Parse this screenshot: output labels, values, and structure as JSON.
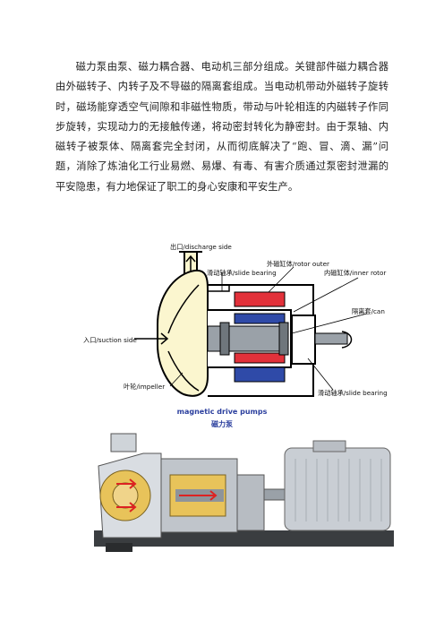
{
  "paragraph": "磁力泵由泵、磁力耦合器、电动机三部分组成。关键部件磁力耦合器由外磁转子、内转子及不导磁的隔离套组成。当电动机带动外磁转子旋转时，磁场能穿透空气间隙和非磁性物质，带动与叶轮相连的内磁转子作同步旋转，实现动力的无接触传递，将动密封转化为静密封。由于泵轴、内磁转子被泵体、隔离套完全封闭，从而彻底解决了“跑、冒、滴、漏”问题，消除了炼油化工行业易燃、易爆、有毒、有害介质通过泵密封泄漏的平安隐患，有力地保证了职工的身心安康和平安生产。",
  "diagram": {
    "labels": {
      "discharge": "出口/discharge side",
      "slide_bearing_top": "滑动轴承/slide bearing",
      "rotor_outer": "外磁缸体/rotor outer",
      "inner_rotor": "内磁缸体/inner rotor",
      "can": "隔离套/can",
      "suction": "入口/suction side",
      "impeller": "叶轮/impeller",
      "slide_bearing_bottom": "滑动轴承/slide bearing"
    },
    "caption_en": "magnetic drive pumps",
    "caption_cn": "磁力泵"
  },
  "colors": {
    "impeller_fill": "#fbf6cf",
    "magnet_red": "#e2313a",
    "magnet_blue": "#2f4aa8",
    "shaft_gray": "#9aa1a8",
    "caption_blue": "#2b3f9e",
    "motor_gray": "#c9ced4",
    "pump_yellow": "#e8c35a"
  }
}
